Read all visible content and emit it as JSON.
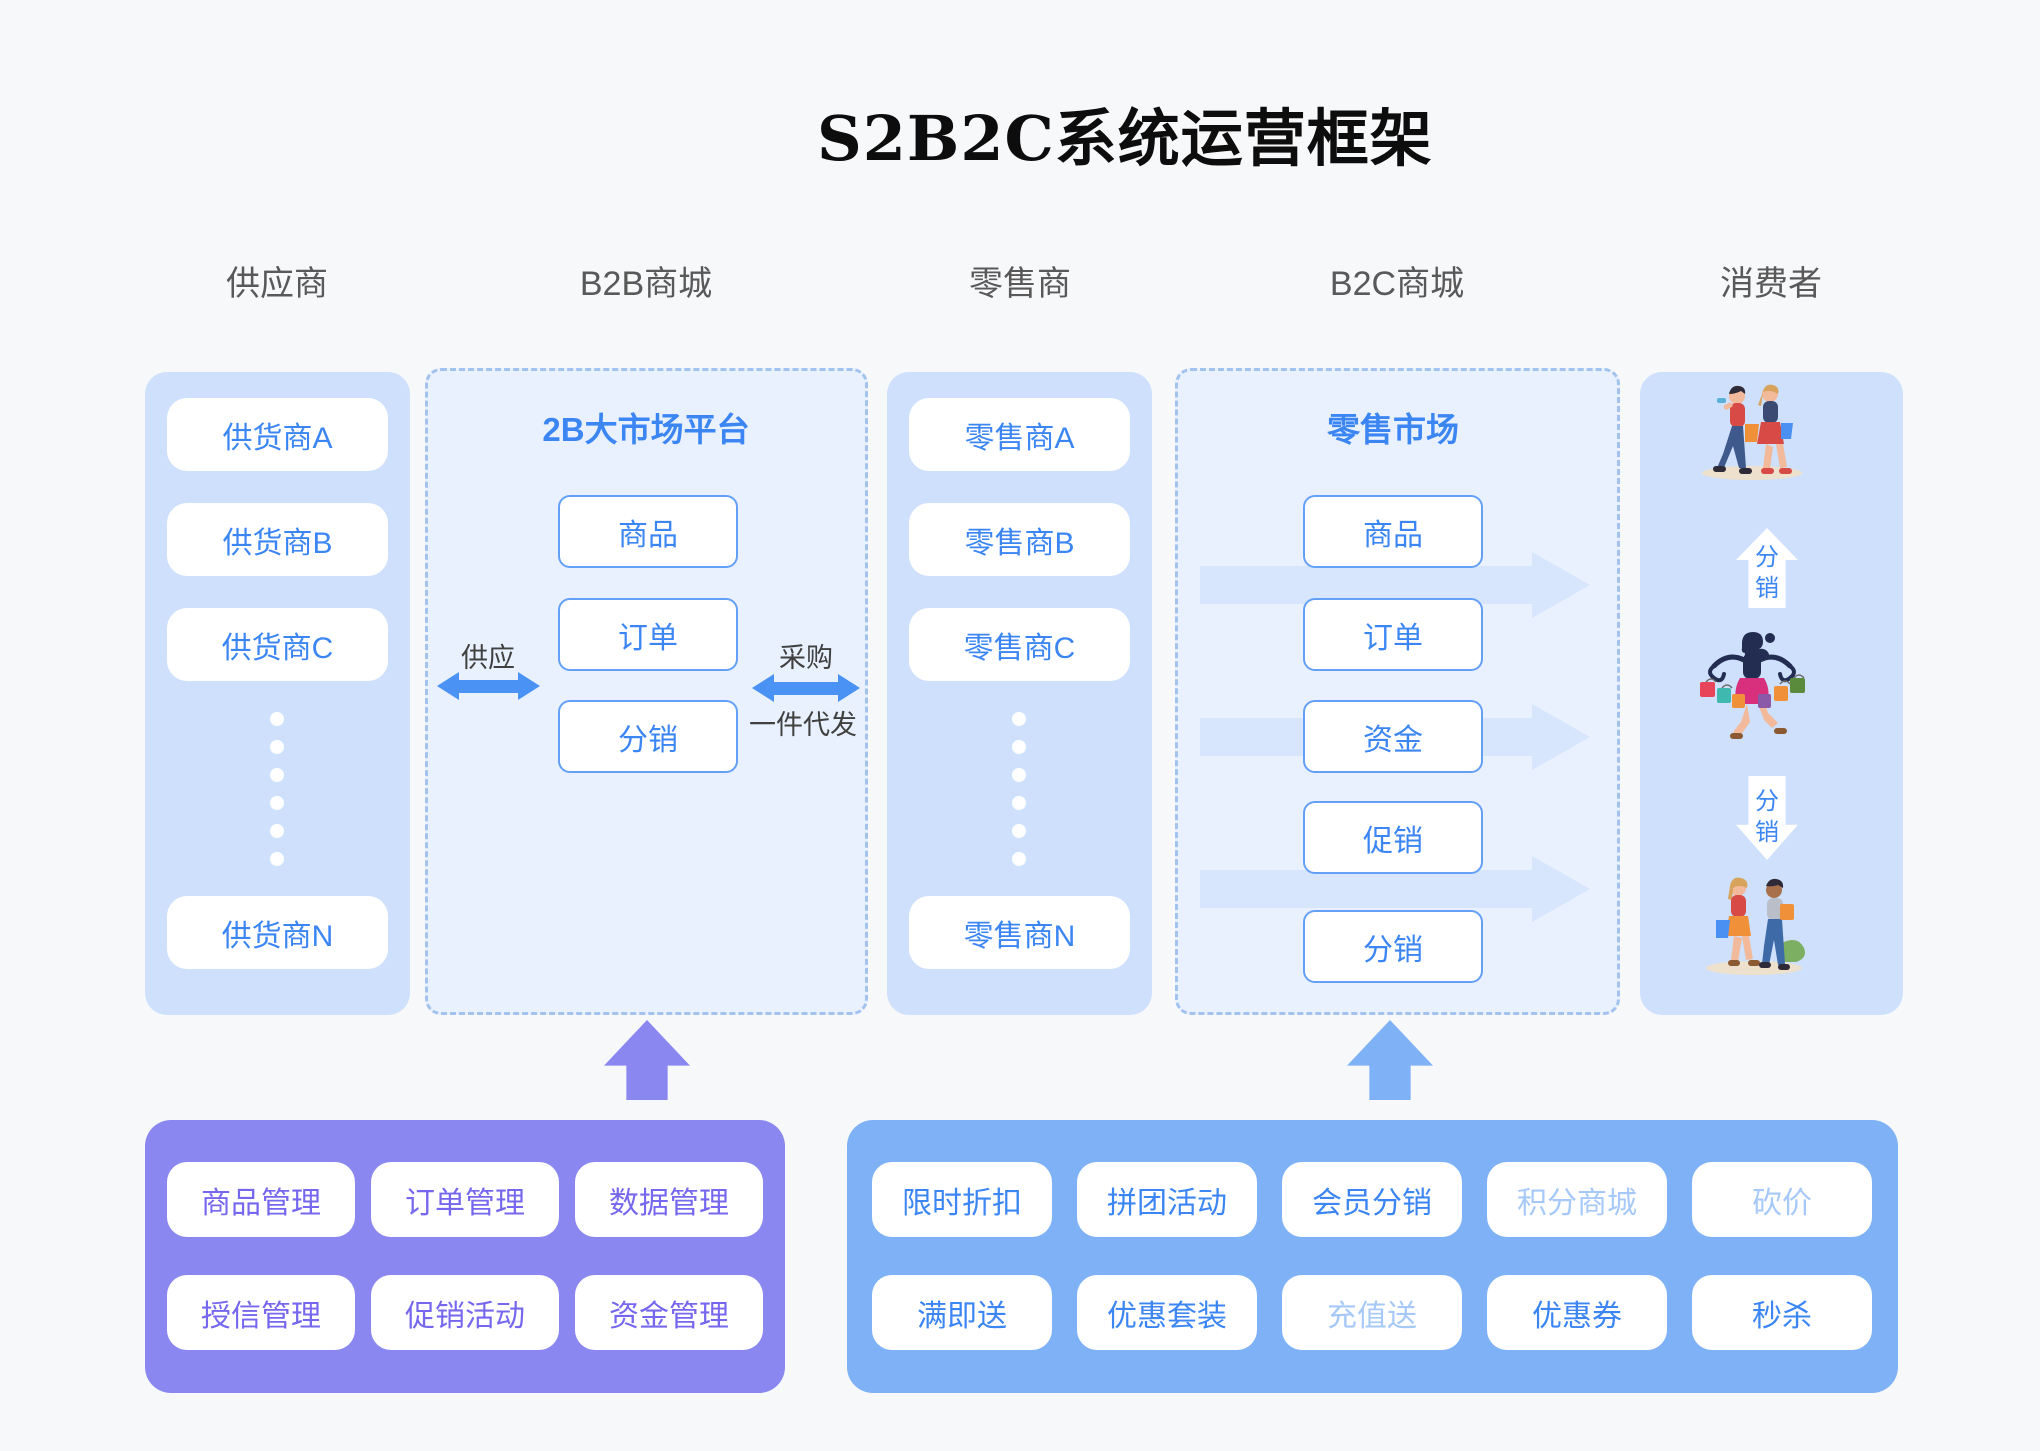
{
  "title": "S2B2C系统运营框架",
  "headers": {
    "supplier": "供应商",
    "b2b_mall": "B2B商城",
    "retailer": "零售商",
    "b2c_mall": "B2C商城",
    "consumer": "消费者"
  },
  "suppliers": {
    "items": [
      "供货商A",
      "供货商B",
      "供货商C",
      "供货商N"
    ]
  },
  "b2b_platform": {
    "title": "2B大市场平台",
    "modules": [
      "商品",
      "订单",
      "分销"
    ],
    "supply_label": "供应",
    "purchase_label": "采购",
    "dropship_label": "一件代发"
  },
  "retailers": {
    "items": [
      "零售商A",
      "零售商B",
      "零售商C",
      "零售商N"
    ]
  },
  "b2c_market": {
    "title": "零售市场",
    "modules": [
      "商品",
      "订单",
      "资金",
      "促销",
      "分销"
    ]
  },
  "consumers": {
    "arrow_up_label": "分销",
    "arrow_down_label": "分销"
  },
  "b2b_backend": {
    "items": [
      "商品管理",
      "订单管理",
      "数据管理",
      "授信管理",
      "促销活动",
      "资金管理"
    ]
  },
  "b2c_marketing": {
    "items": [
      {
        "label": "限时折扣",
        "muted": false
      },
      {
        "label": "拼团活动",
        "muted": false
      },
      {
        "label": "会员分销",
        "muted": false
      },
      {
        "label": "积分商城",
        "muted": true
      },
      {
        "label": "砍价",
        "muted": true
      },
      {
        "label": "满即送",
        "muted": false
      },
      {
        "label": "优惠套装",
        "muted": false
      },
      {
        "label": "充值送",
        "muted": true
      },
      {
        "label": "优惠券",
        "muted": false
      },
      {
        "label": "秒杀",
        "muted": false
      }
    ]
  },
  "colors": {
    "page_bg": "#f7f8fa",
    "column_fill": "#cee0fb",
    "dashed_fill": "#e9f1fe",
    "dashed_border": "#a3c3ef",
    "accent_blue": "#3c86f4",
    "arrow_blue": "#4a92f4",
    "light_arrow": "#d7e6fc",
    "purple_panel": "#8a88f0",
    "purple_text": "#7567ee",
    "blue_panel": "#7fb1f7",
    "muted_text": "#a6c9f9",
    "header_gray": "#595959"
  }
}
